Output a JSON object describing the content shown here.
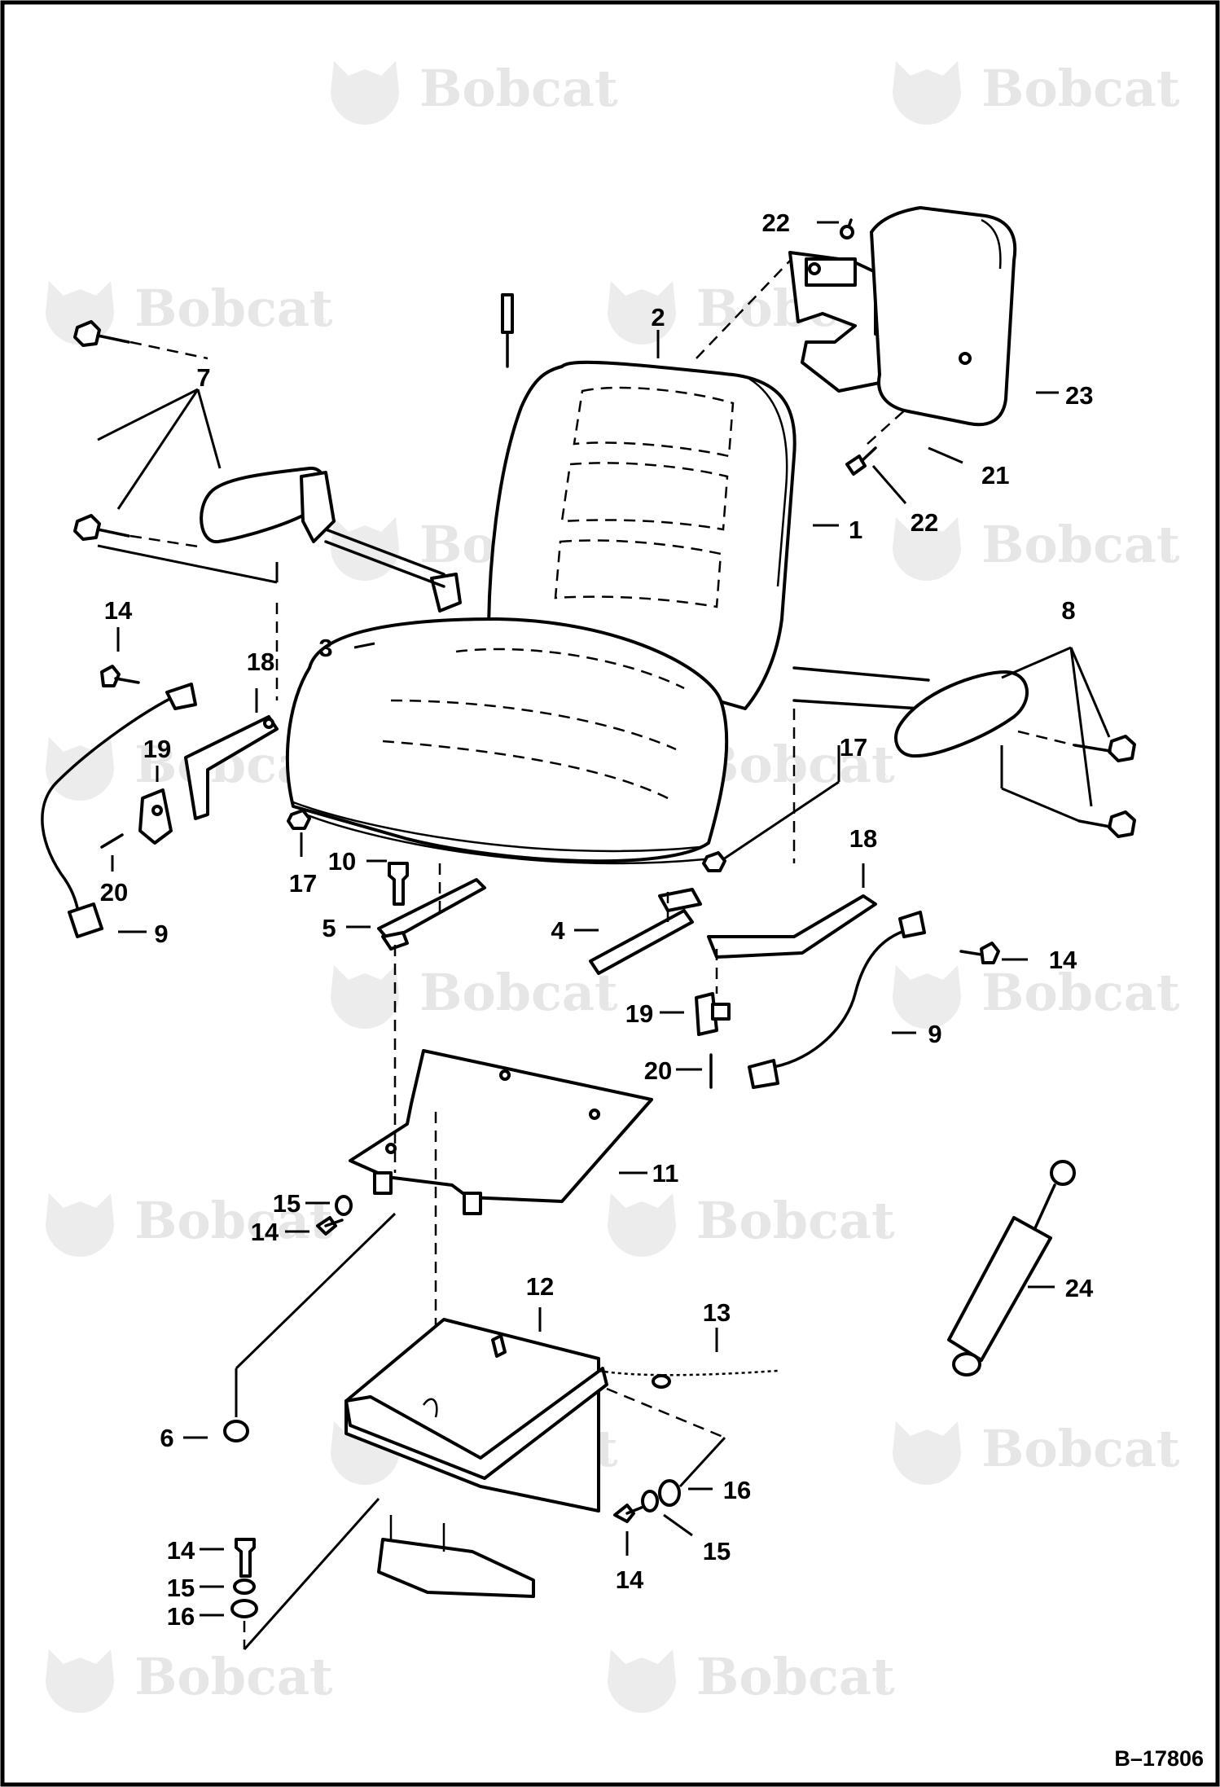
{
  "diagram": {
    "reference_code": "B–17806",
    "watermark": {
      "text": "Bobcat",
      "registered_mark": "®"
    },
    "callouts": {
      "c1": "1",
      "c2": "2",
      "c3": "3",
      "c4": "4",
      "c5": "5",
      "c6": "6",
      "c7": "7",
      "c8": "8",
      "c9a": "9",
      "c9b": "9",
      "c10": "10",
      "c11": "11",
      "c12": "12",
      "c13": "13",
      "c14a": "14",
      "c14b": "14",
      "c14c": "14",
      "c14d": "14",
      "c14e": "14",
      "c15a": "15",
      "c15b": "15",
      "c15c": "15",
      "c16a": "16",
      "c16b": "16",
      "c17a": "17",
      "c17b": "17",
      "c18a": "18",
      "c18b": "18",
      "c19a": "19",
      "c19b": "19",
      "c20a": "20",
      "c20b": "20",
      "c21": "21",
      "c22a": "22",
      "c22b": "22",
      "c23": "23",
      "c24": "24"
    }
  }
}
